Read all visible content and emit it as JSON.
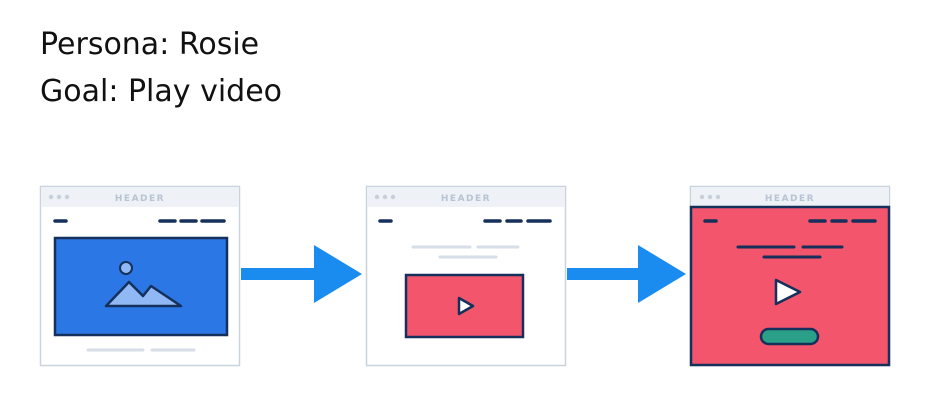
{
  "title": {
    "persona": "Persona: Rosie",
    "goal": "Goal: Play video"
  },
  "screens": [
    {
      "header_label": "HEADER",
      "content": "image-placeholder"
    },
    {
      "header_label": "HEADER",
      "content": "video-player"
    },
    {
      "header_label": "HEADER",
      "content": "fullscreen-video-player"
    }
  ],
  "colors": {
    "arrow": "#1a8cf0",
    "frame_border": "#c9d3de",
    "browser_bar": "#eef1f5",
    "navy": "#15305a",
    "image_blue": "#2b77e6",
    "mountain": "#8fb8f4",
    "video_red": "#f2556c",
    "button_green": "#2aa089"
  }
}
